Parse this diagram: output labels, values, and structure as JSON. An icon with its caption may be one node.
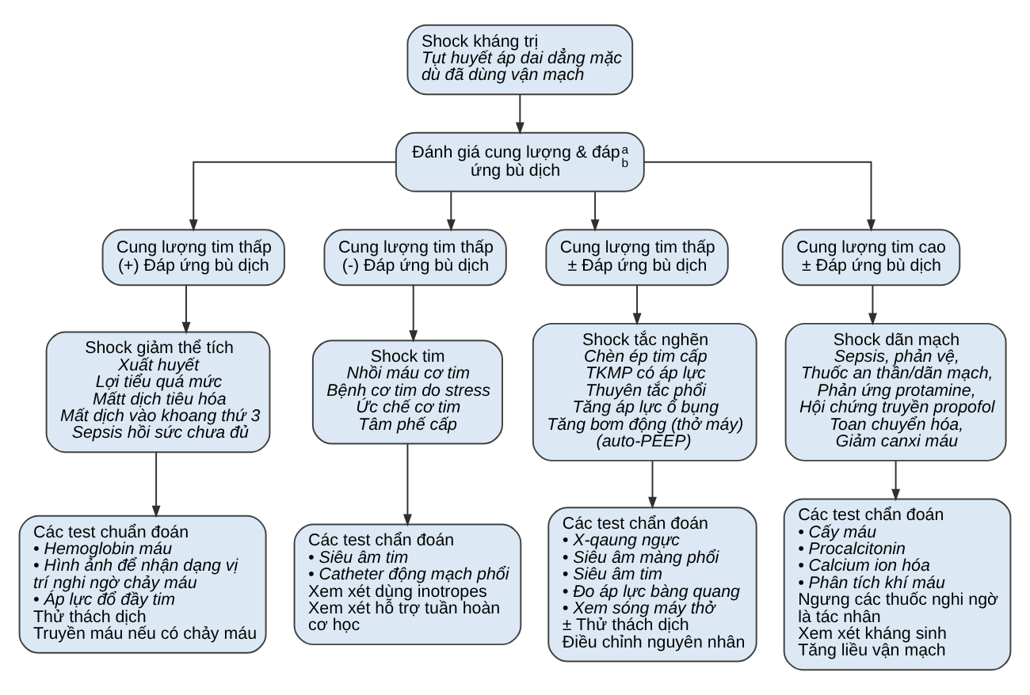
{
  "diagram": {
    "nodes": [
      {
        "text": [
          "Shock kháng trị",
          "Tụt huyết áp dai dẳng mặc dù đã dùng vận mạch"
        ]
      },
      {
        "text": [
          "Đánh giá cung lượng & đáp ứng bù dịch",
          "a",
          "b"
        ]
      },
      {
        "text": [
          "Cung lượng tim thấp",
          "(+) Đáp ứng bù dịch"
        ]
      },
      {
        "text": [
          "Cung lượng tim thấp",
          "(-) Đáp ứng bù dịch"
        ]
      },
      {
        "text": [
          "Cung lượng tim thấp",
          "± Đáp ứng bù dịch"
        ]
      },
      {
        "text": [
          "Cung lượng tim cao",
          "± Đáp ứng bù dịch"
        ]
      },
      {
        "text": [
          "Shock giảm thể tích",
          "Xuất huyết",
          "Lợi tiểu quá mức",
          "Mấtt dịch tiêu hóa",
          "Mất dịch vào khoang thứ 3",
          "Sepsis hồi sức chưa đủ"
        ]
      },
      {
        "text": [
          "Shock tim",
          "Nhồi máu cơ tim",
          "Bệnh cơ tim do stress",
          "Ức chế cơ tim",
          "Tâm phế cấp"
        ]
      },
      {
        "text": [
          "Shock tắc nghẽn",
          "Chèn ép tim cấp",
          "TKMP có áp lực",
          "Thuyên tắc phổi",
          "Tăng áp lực ổ bụng",
          "Tăng bơm động (thở máy) (auto-PEEP)"
        ]
      },
      {
        "text": [
          "Shock dãn mạch",
          "Sepsis, phản vệ,",
          "Thuốc an thần/dãn mạch,",
          "Phản ứng protamine,",
          "Hội chứng truyền propofol",
          "Toan chuyển hóa,",
          "Giảm canxi máu"
        ]
      },
      {
        "text": [
          "Các test chuẩn đoán",
          "• Hemoglobin máu",
          "• Hình ảnh để nhận dạng vị trí nghi ngờ chảy máu",
          "• Áp lực đổ đầy tim",
          "Thử thách dịch",
          "Truyền máu nếu có chảy máu"
        ]
      },
      {
        "text": [
          "Các test chẩn đoán",
          "• Siêu âm tim",
          "• Catheter động mạch phổi",
          "Xem xét dùng inotropes",
          "Xem xét hỗ trợ tuần hoàn cơ học"
        ]
      },
      {
        "text": [
          "Các test chẩn đoán",
          "• X-qaung ngực",
          "• Siêu âm màng phổi",
          "• Siêu âm tim",
          "• Đo áp lực bàng quang",
          "• Xem sóng máy thở",
          "± Thử thách dịch",
          "Điều chỉnh nguyên nhân"
        ]
      },
      {
        "text": [
          "Các test chẩn đoán",
          "• Cấy máu",
          "• Procalcitonin",
          "• Calcium ion hóa",
          "• Phân tích khí máu",
          "Ngưng các thuốc nghi ngờ là tác nhân",
          "Xem xét kháng sinh",
          "Tăng liều vận mạch"
        ]
      }
    ],
    "edges": [
      {
        "from": 0,
        "to": 1,
        "arrow": "to"
      },
      {
        "from": 1,
        "to": 2,
        "arrow": "to"
      },
      {
        "from": 1,
        "to": 3,
        "arrow": "to"
      },
      {
        "from": 1,
        "to": 4,
        "arrow": "to"
      },
      {
        "from": 1,
        "to": 5,
        "arrow": "to"
      },
      {
        "from": 2,
        "to": 6,
        "arrow": "to"
      },
      {
        "from": 3,
        "to": 7,
        "arrow": "to"
      },
      {
        "from": 4,
        "to": 8,
        "arrow": "to"
      },
      {
        "from": 5,
        "to": 9,
        "arrow": "to"
      },
      {
        "from": 6,
        "to": 10,
        "arrow": "to"
      },
      {
        "from": 7,
        "to": 11,
        "arrow": "to"
      },
      {
        "from": 8,
        "to": 12,
        "arrow": "to"
      },
      {
        "from": 9,
        "to": 13,
        "arrow": "to"
      }
    ]
  }
}
